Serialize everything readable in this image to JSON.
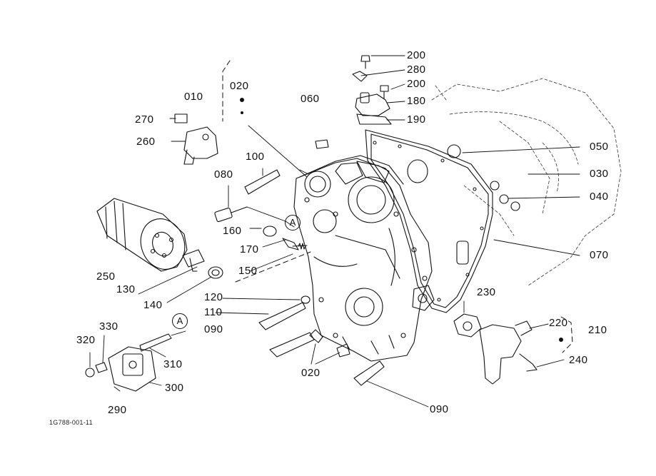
{
  "diagram": {
    "drawing_code": "1G788-001-11",
    "ref_marks": [
      "A",
      "A"
    ],
    "parts": [
      {
        "id": "p200a",
        "label": "200"
      },
      {
        "id": "p280",
        "label": "280"
      },
      {
        "id": "p200b",
        "label": "200"
      },
      {
        "id": "p180",
        "label": "180"
      },
      {
        "id": "p190",
        "label": "190"
      },
      {
        "id": "p020a",
        "label": "020"
      },
      {
        "id": "p010",
        "label": "010"
      },
      {
        "id": "p060",
        "label": "060"
      },
      {
        "id": "p270",
        "label": "270"
      },
      {
        "id": "p260",
        "label": "260"
      },
      {
        "id": "p050",
        "label": "050"
      },
      {
        "id": "p100",
        "label": "100"
      },
      {
        "id": "p030",
        "label": "030"
      },
      {
        "id": "p080",
        "label": "080"
      },
      {
        "id": "p040",
        "label": "040"
      },
      {
        "id": "p160",
        "label": "160"
      },
      {
        "id": "p070",
        "label": "070"
      },
      {
        "id": "p170",
        "label": "170"
      },
      {
        "id": "p250",
        "label": "250"
      },
      {
        "id": "p150",
        "label": "150"
      },
      {
        "id": "p130",
        "label": "130"
      },
      {
        "id": "p140",
        "label": "140"
      },
      {
        "id": "p230",
        "label": "230"
      },
      {
        "id": "p120",
        "label": "120"
      },
      {
        "id": "p110",
        "label": "110"
      },
      {
        "id": "p330",
        "label": "330"
      },
      {
        "id": "p220",
        "label": "220"
      },
      {
        "id": "p210",
        "label": "210"
      },
      {
        "id": "p090a",
        "label": "090"
      },
      {
        "id": "p320",
        "label": "320"
      },
      {
        "id": "p240",
        "label": "240"
      },
      {
        "id": "p310",
        "label": "310"
      },
      {
        "id": "p020b",
        "label": "020"
      },
      {
        "id": "p300",
        "label": "300"
      },
      {
        "id": "p090b",
        "label": "090"
      },
      {
        "id": "p290",
        "label": "290"
      }
    ]
  }
}
